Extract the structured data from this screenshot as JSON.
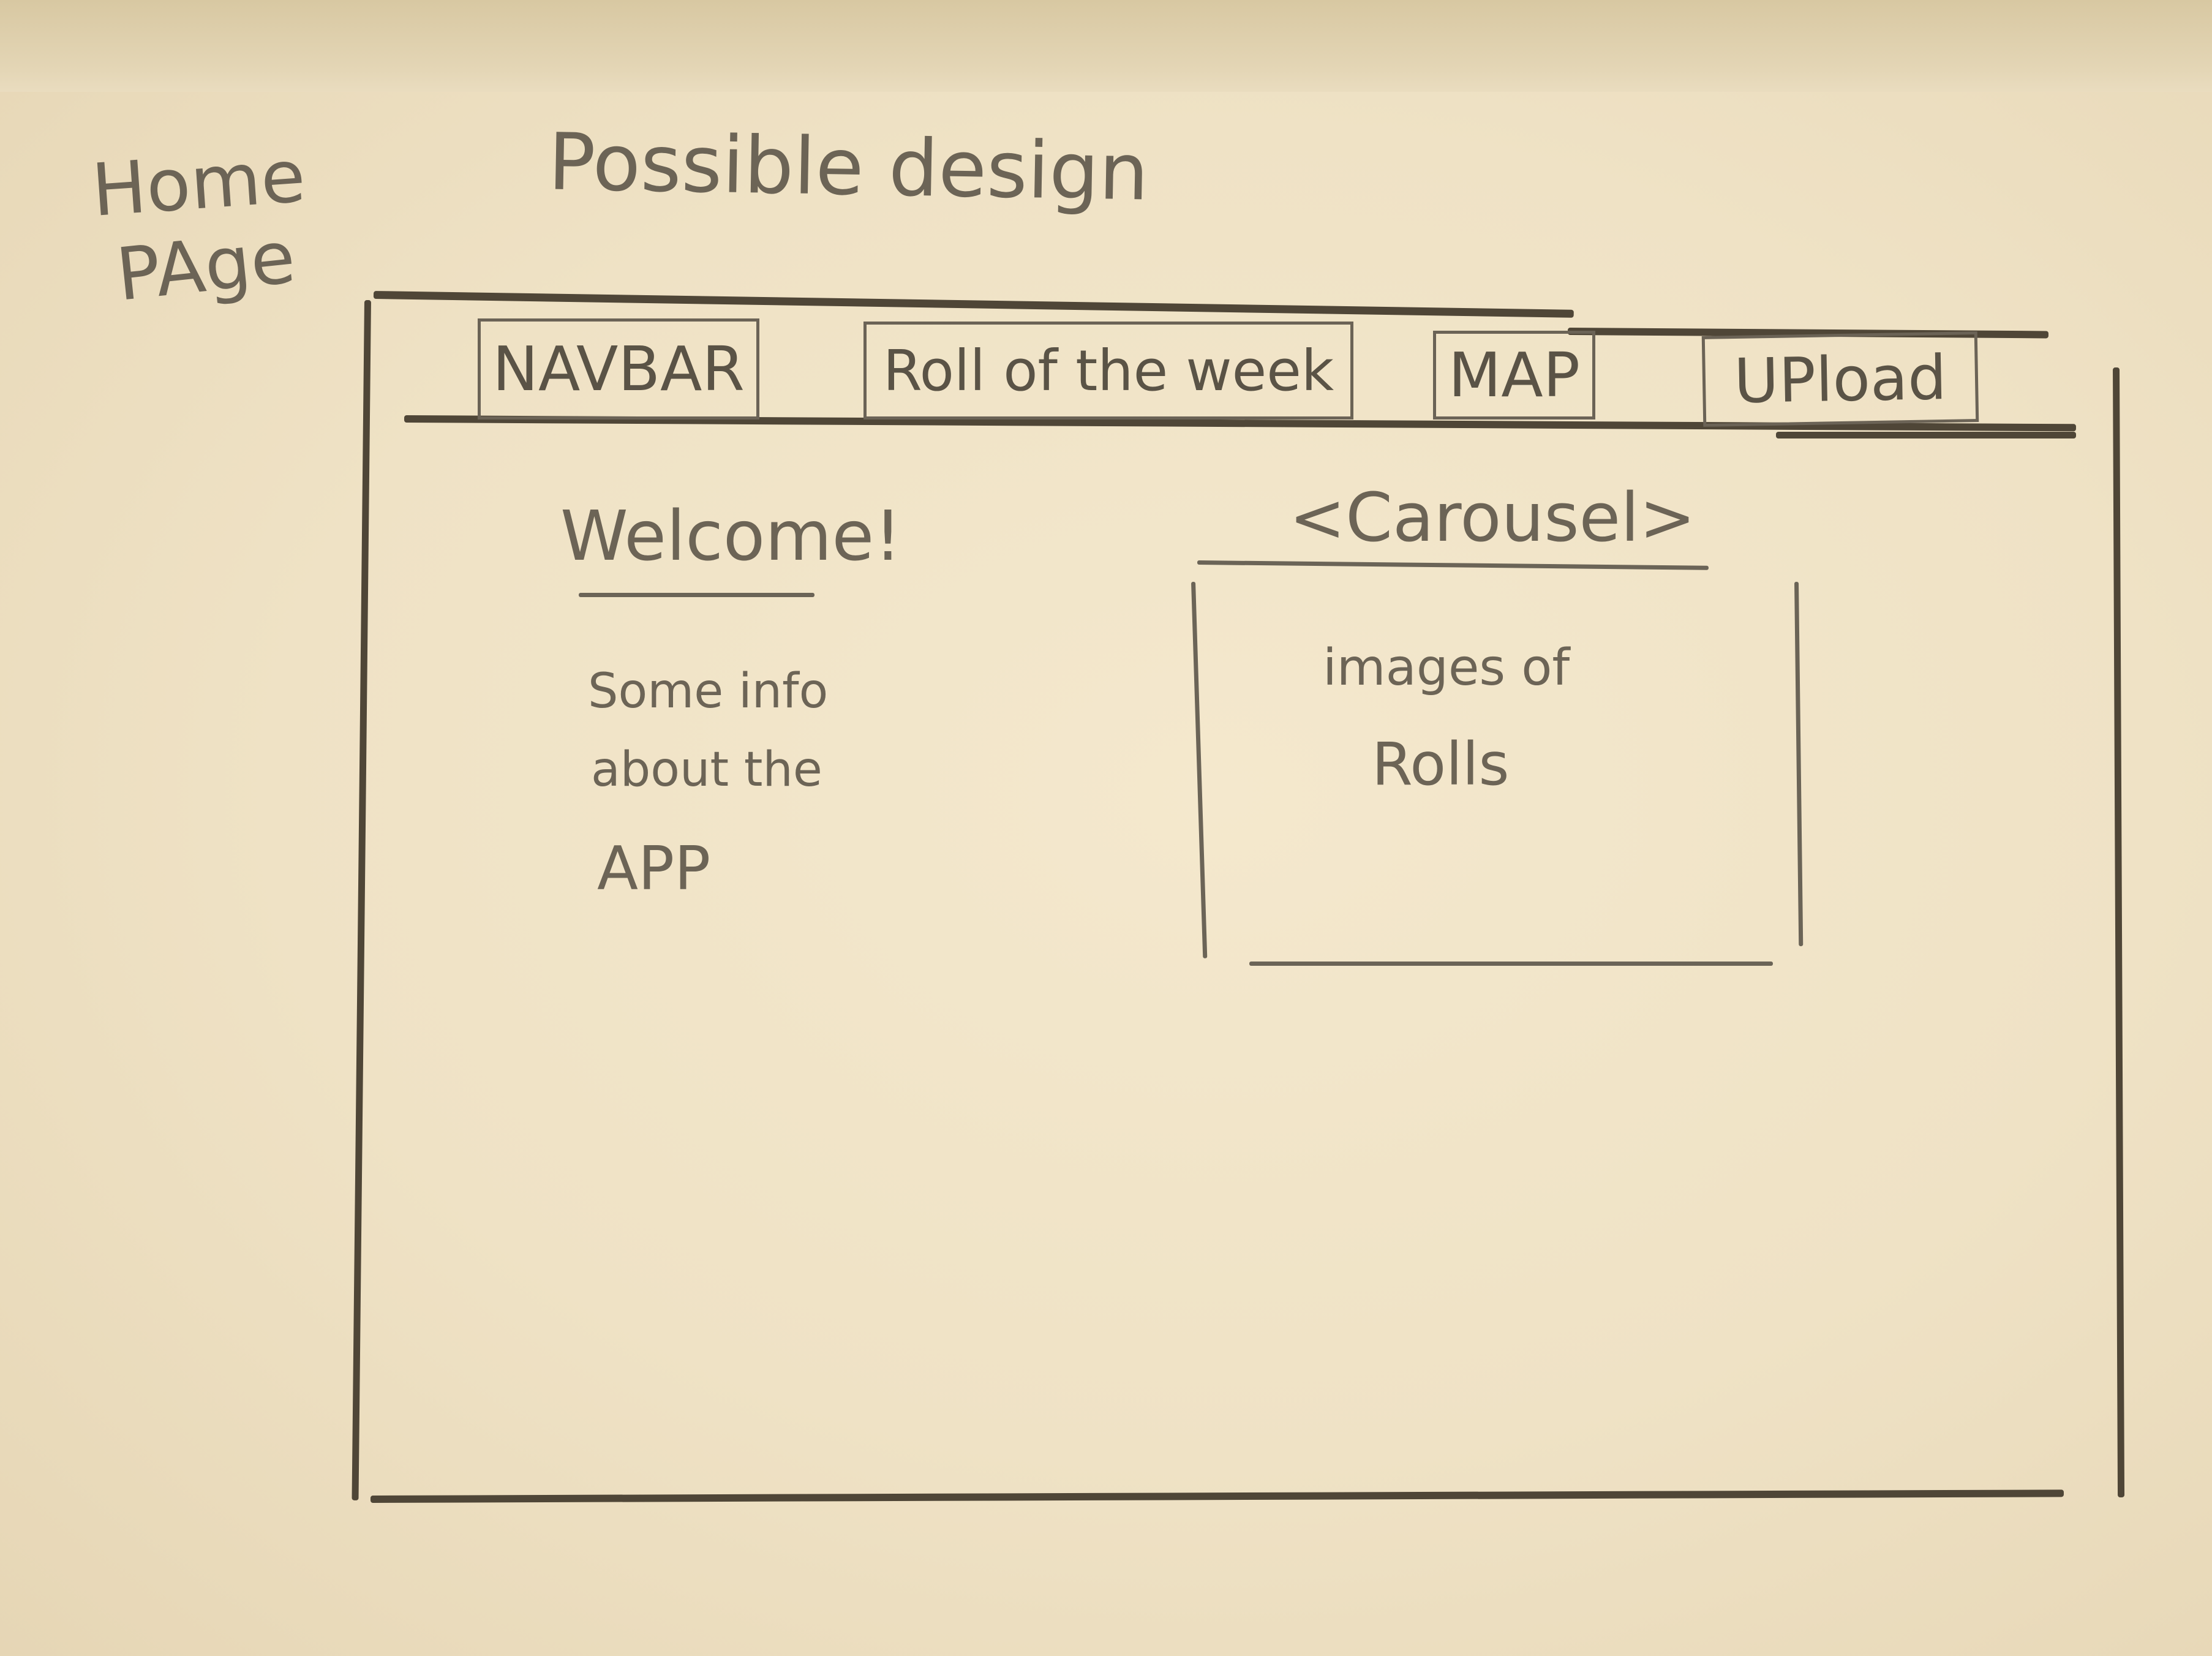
{
  "page_note": {
    "line1": "Home",
    "line2": "PAge"
  },
  "heading": "Possible design",
  "navbar": {
    "items": [
      {
        "label": "NAVBAR"
      },
      {
        "label": "Roll of the week"
      },
      {
        "label": "MAP"
      },
      {
        "label": "UPload"
      }
    ]
  },
  "welcome": {
    "title": "Welcome!",
    "info_lines": [
      "Some info",
      "about the",
      "APP"
    ]
  },
  "carousel": {
    "label": "<Carousel>",
    "content_lines": [
      "images of",
      "Rolls"
    ]
  }
}
